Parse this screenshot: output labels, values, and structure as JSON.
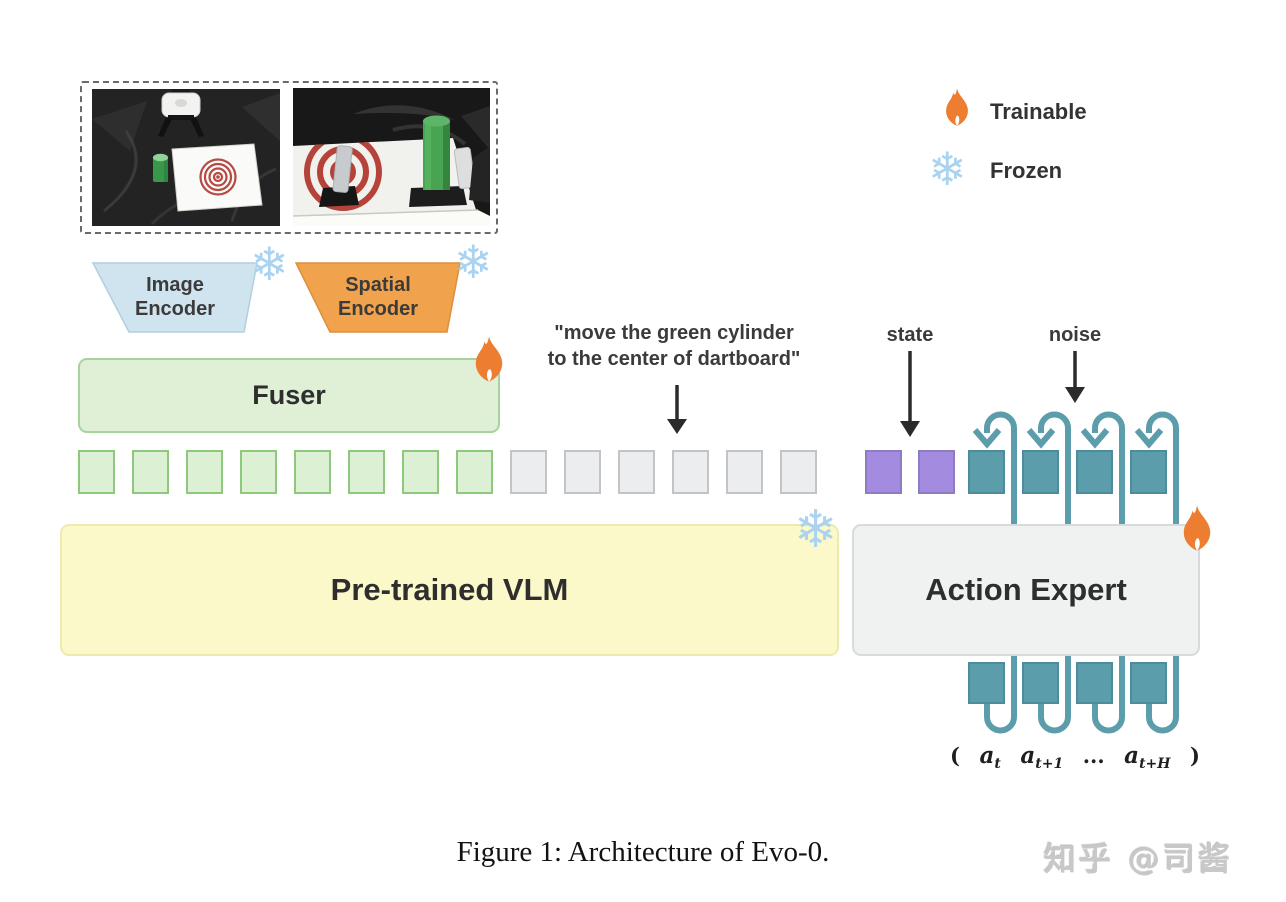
{
  "legend": {
    "trainable_label": "Trainable",
    "frozen_label": "Frozen"
  },
  "icons": {
    "snowflake_glyph": "❄",
    "trainable_icon": "flame",
    "frozen_icon": "snowflake"
  },
  "encoders": {
    "image": {
      "line1": "Image",
      "line2": "Encoder",
      "state": "frozen"
    },
    "spatial": {
      "line1": "Spatial",
      "line2": "Encoder",
      "state": "frozen"
    }
  },
  "fuser": {
    "label": "Fuser",
    "state": "trainable"
  },
  "vlm": {
    "label": "Pre-trained VLM",
    "state": "frozen"
  },
  "action_expert": {
    "label": "Action Expert",
    "state": "trainable"
  },
  "instruction": {
    "line1": "\"move the green cylinder",
    "line2": "to the center of dartboard\""
  },
  "io_labels": {
    "state": "state",
    "noise": "noise"
  },
  "tokens": {
    "vision": 8,
    "language": 6,
    "state": 2,
    "action_in": 4,
    "action_out": 4
  },
  "action_sequence": {
    "open": "(",
    "items": [
      {
        "base": "a",
        "sub": "t"
      },
      {
        "base": "a",
        "sub": "t+1"
      }
    ],
    "ellipsis": "...",
    "last": {
      "base": "a",
      "sub": "t+H"
    },
    "close": ")"
  },
  "photos": {
    "left_alt": "top camera view: gripper, green cylinder and dartboard sheet on black cloth",
    "right_alt": "wrist camera view: gripper fingers, dartboard and green cylinder on white table"
  },
  "caption": "Figure 1: Architecture of Evo-0.",
  "watermark": "知乎 @司酱",
  "colors": {
    "text": "#3b3b3b",
    "arrow": "#2b2b2b",
    "vision_token_fill": "#dcf1d3",
    "vision_token_border": "#8cc97e",
    "language_token_fill": "#ecedef",
    "language_token_border": "#c2c4c7",
    "state_token_fill": "#a38ce0",
    "state_token_border": "#8d7bc4",
    "action_token_fill": "#5c9dab",
    "action_token_border": "#4c8c9b",
    "loop_line": "#5c9dab",
    "flame": "#ed7d31",
    "snowflake": "#a9d3f0",
    "image_encoder_fill": "#cfe4ef",
    "image_encoder_border": "#b3cede",
    "spatial_encoder_fill": "#f0a24c",
    "spatial_encoder_border": "#dd8f3b",
    "fuser_fill": "#dff0d7",
    "fuser_border": "#a8d39a",
    "vlm_fill": "#fbf8c9",
    "vlm_border": "#efe9b0",
    "action_expert_fill": "#f0f1f1",
    "action_expert_border": "#d8dbdb",
    "watermark_text": "#c8c8c8"
  }
}
